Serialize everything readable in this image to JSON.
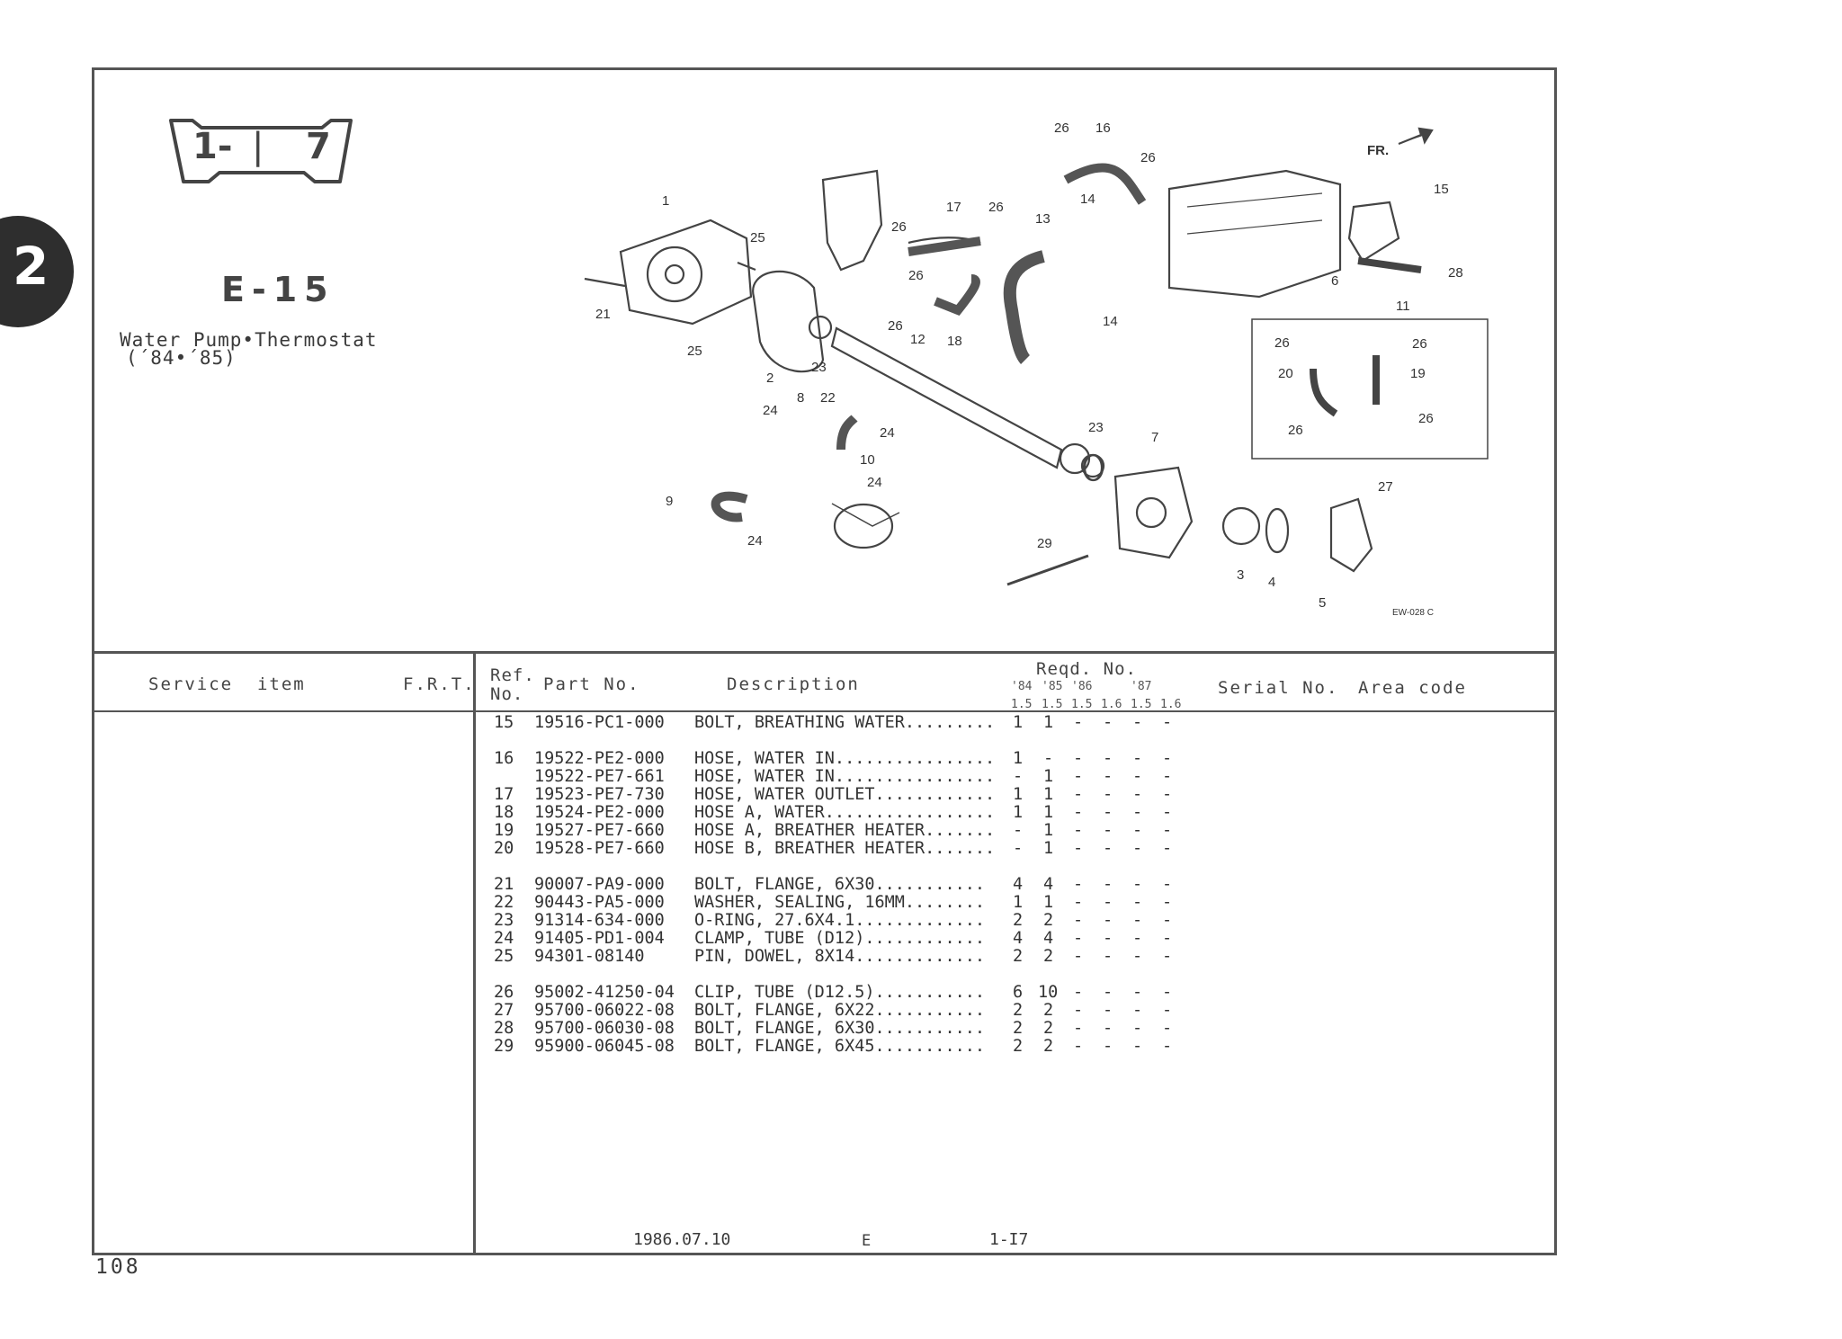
{
  "side_tab": "2",
  "badge": {
    "left": "1-",
    "mid": "|",
    "right": "7"
  },
  "section_code": "E-15",
  "title_line1": "Water Pump•Thermostat",
  "title_line2": "(´84•´85)",
  "diagram": {
    "front_label": "FR.",
    "drawing_code": "EW-028 C",
    "callouts": [
      "26",
      "16",
      "26",
      "15",
      "14",
      "13",
      "17",
      "26",
      "1",
      "25",
      "26",
      "26",
      "6",
      "28",
      "11",
      "21",
      "25",
      "26",
      "18",
      "12",
      "14",
      "2",
      "23",
      "8",
      "22",
      "24",
      "24",
      "10",
      "23",
      "7",
      "9",
      "24",
      "24",
      "29",
      "3",
      "4",
      "5",
      "27",
      "26",
      "26",
      "20",
      "19",
      "26",
      "26"
    ]
  },
  "table_header": {
    "service_item": "Service  item",
    "frt": "F.R.T.",
    "ref_no_1": "Ref.",
    "ref_no_2": "No.",
    "part_no": "Part No.",
    "description": "Description",
    "reqd_no": "Reqd. No.",
    "years": [
      "'84",
      "'85",
      "'86",
      "",
      "'87",
      ""
    ],
    "engines": [
      "1.5",
      "1.5",
      "1.5",
      "1.6",
      "1.5",
      "1.6"
    ],
    "serial_no": "Serial No.",
    "area_code": "Area code"
  },
  "rows": [
    {
      "ref": "15",
      "part": "19516-PC1-000",
      "desc": "BOLT, BREATHING WATER.........",
      "qty": [
        "1",
        "1",
        "-",
        "-",
        "-",
        "-"
      ]
    },
    null,
    {
      "ref": "16",
      "part": "19522-PE2-000",
      "desc": "HOSE, WATER IN................",
      "qty": [
        "1",
        "-",
        "-",
        "-",
        "-",
        "-"
      ]
    },
    {
      "ref": "",
      "part": "19522-PE7-661",
      "desc": "HOSE, WATER IN................",
      "qty": [
        "-",
        "1",
        "-",
        "-",
        "-",
        "-"
      ]
    },
    {
      "ref": "17",
      "part": "19523-PE7-730",
      "desc": "HOSE, WATER OUTLET............",
      "qty": [
        "1",
        "1",
        "-",
        "-",
        "-",
        "-"
      ]
    },
    {
      "ref": "18",
      "part": "19524-PE2-000",
      "desc": "HOSE A, WATER.................",
      "qty": [
        "1",
        "1",
        "-",
        "-",
        "-",
        "-"
      ]
    },
    {
      "ref": "19",
      "part": "19527-PE7-660",
      "desc": "HOSE A, BREATHER HEATER.......",
      "qty": [
        "-",
        "1",
        "-",
        "-",
        "-",
        "-"
      ]
    },
    {
      "ref": "20",
      "part": "19528-PE7-660",
      "desc": "HOSE B, BREATHER HEATER.......",
      "qty": [
        "-",
        "1",
        "-",
        "-",
        "-",
        "-"
      ]
    },
    null,
    {
      "ref": "21",
      "part": "90007-PA9-000",
      "desc": "BOLT, FLANGE, 6X30...........",
      "qty": [
        "4",
        "4",
        "-",
        "-",
        "-",
        "-"
      ]
    },
    {
      "ref": "22",
      "part": "90443-PA5-000",
      "desc": "WASHER, SEALING, 16MM........",
      "qty": [
        "1",
        "1",
        "-",
        "-",
        "-",
        "-"
      ]
    },
    {
      "ref": "23",
      "part": "91314-634-000",
      "desc": "O-RING, 27.6X4.1.............",
      "qty": [
        "2",
        "2",
        "-",
        "-",
        "-",
        "-"
      ]
    },
    {
      "ref": "24",
      "part": "91405-PD1-004",
      "desc": "CLAMP, TUBE (D12)............",
      "qty": [
        "4",
        "4",
        "-",
        "-",
        "-",
        "-"
      ]
    },
    {
      "ref": "25",
      "part": "94301-08140",
      "desc": "PIN, DOWEL, 8X14.............",
      "qty": [
        "2",
        "2",
        "-",
        "-",
        "-",
        "-"
      ]
    },
    null,
    {
      "ref": "26",
      "part": "95002-41250-04",
      "desc": "CLIP, TUBE (D12.5)...........",
      "qty": [
        "6",
        "10",
        "-",
        "-",
        "-",
        "-"
      ]
    },
    {
      "ref": "27",
      "part": "95700-06022-08",
      "desc": "BOLT, FLANGE, 6X22...........",
      "qty": [
        "2",
        "2",
        "-",
        "-",
        "-",
        "-"
      ]
    },
    {
      "ref": "28",
      "part": "95700-06030-08",
      "desc": "BOLT, FLANGE, 6X30...........",
      "qty": [
        "2",
        "2",
        "-",
        "-",
        "-",
        "-"
      ]
    },
    {
      "ref": "29",
      "part": "95900-06045-08",
      "desc": "BOLT, FLANGE, 6X45...........",
      "qty": [
        "2",
        "2",
        "-",
        "-",
        "-",
        "-"
      ]
    }
  ],
  "footer": {
    "date": "1986.07.10",
    "area": "E",
    "page_code": "1-I7"
  },
  "page_number": "108",
  "colors": {
    "ink": "#3a3a3a",
    "frame": "#555555",
    "tab": "#2e2e2e"
  }
}
